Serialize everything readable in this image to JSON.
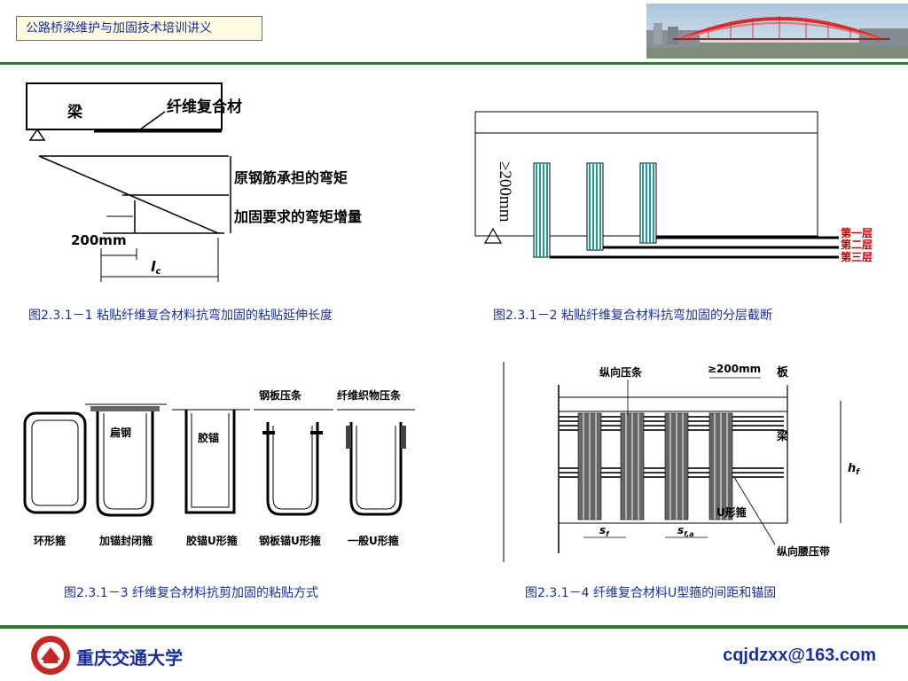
{
  "header": {
    "course_title": "公路桥梁维护与加固技术培训讲义"
  },
  "figure1": {
    "caption": "图2.3.1－1 粘贴纤维复合材料抗弯加固的粘贴延伸长度",
    "label_beam": "梁",
    "label_frp": "纤维复合材",
    "label_original_moment": "原钢筋承担的弯矩",
    "label_required_increase": "加固要求的弯矩增量",
    "label_200mm": "200mm",
    "label_lc": "l",
    "label_lc_sub": "c"
  },
  "figure2": {
    "caption": "图2.3.1－2 粘贴纤维复合材料抗弯加固的分层截断",
    "label_spacing": "≥200mm",
    "layer1": "第一层",
    "layer2": "第二层",
    "layer3": "第三层"
  },
  "figure3": {
    "caption": "图2.3.1－3 纤维复合材料抗剪加固的粘贴方式",
    "label_flat_steel": "扁钢",
    "label_glue_anchor": "胶锚",
    "label_steel_strip": "钢板压条",
    "label_fiber_strip": "纤维织物压条",
    "type1": "环形箍",
    "type2": "加锚封闭箍",
    "type3": "胶锚U形箍",
    "type4": "钢板锚U形箍",
    "type5": "一般U形箍"
  },
  "figure4": {
    "caption": "图2.3.1－4 纤维复合材料U型箍的间距和锚固",
    "label_long_strip": "纵向压条",
    "label_200mm": "≥200mm",
    "label_slab": "板",
    "label_beam": "梁",
    "label_u_stirrup": "U形箍",
    "label_waist_strip": "纵向腰压带",
    "label_sf": "s",
    "label_sf_sub": "f",
    "label_sfa": "s",
    "label_sfa_sub": "f,a",
    "label_hf": "h",
    "label_hf_sub": "f"
  },
  "footer": {
    "university": "重庆交通大学",
    "email": "cqjdzxx@163.com"
  },
  "colors": {
    "accent_blue": "#1a2f9e",
    "rule_green": "#2e7d32",
    "layer_red": "#c00000",
    "strip_teal": "#1c9a9a"
  }
}
